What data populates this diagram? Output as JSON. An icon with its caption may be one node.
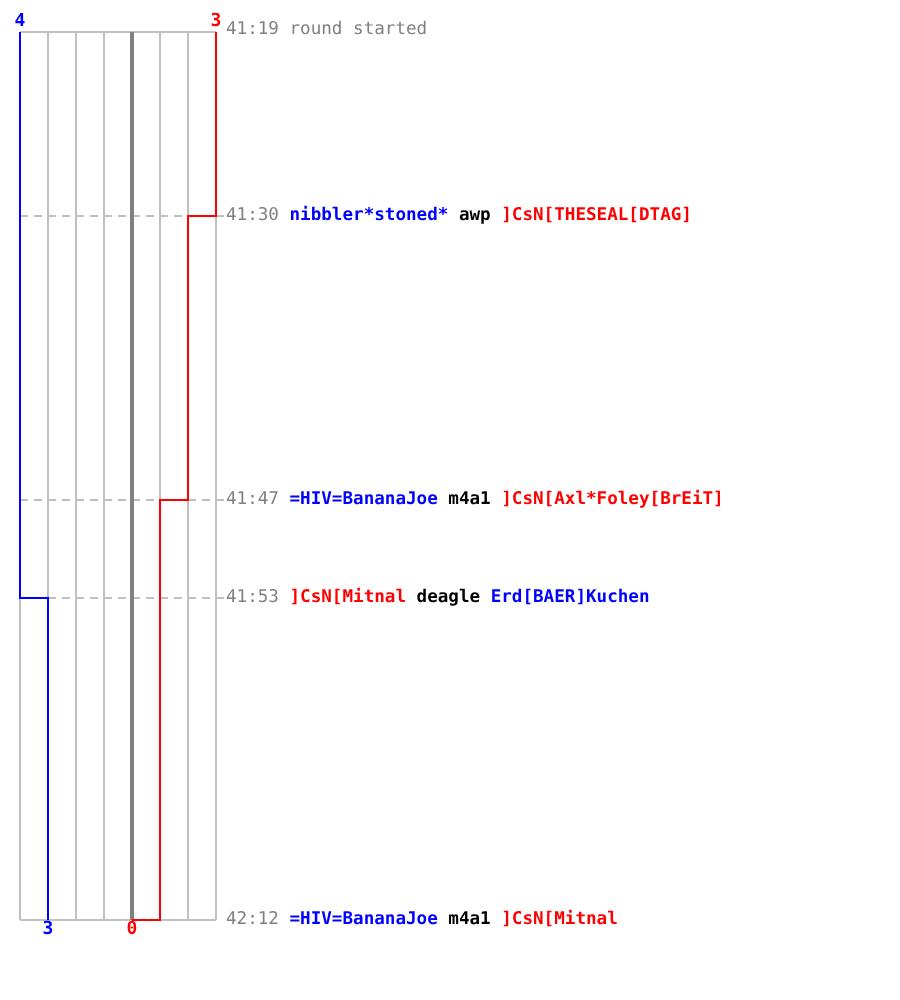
{
  "diagram": {
    "labels": [
      "4",
      "3",
      "41:19",
      "round started",
      "41:30",
      "nibbler*stoned*",
      "awp",
      "]CsN[THESEAL[DTAG]",
      "41:47",
      "=HIV=BananaJoe",
      "m4a1",
      "]CsN[Axl*Foley[BrEiT]",
      "41:53",
      "]CsN[Mitnal",
      "deagle",
      "Erd[BAER]Kuchen",
      "3",
      "0",
      "42:12",
      "=HIV=BananaJoe",
      "m4a1",
      "]CsN[Mitnal"
    ]
  }
}
